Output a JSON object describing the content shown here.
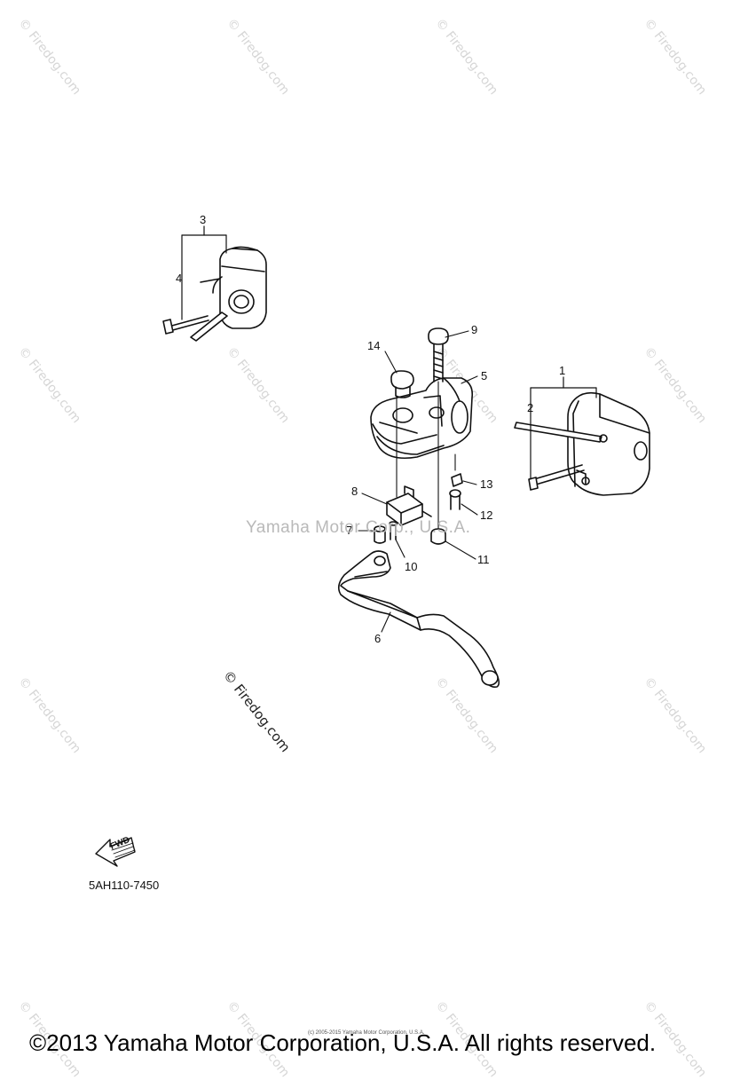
{
  "watermark": {
    "site_text": "© Firedog.com",
    "center_text": "Yamaha Motor Corp., U.S.A."
  },
  "callouts": [
    "1",
    "2",
    "3",
    "4",
    "5",
    "6",
    "7",
    "8",
    "9",
    "10",
    "11",
    "12",
    "13",
    "14"
  ],
  "fwd_label": "FWD",
  "diagram_code": "5AH110-7450",
  "tiny_copyright": "(c) 2005-2015 Yamaha Motor Corporation, U.S.A.",
  "copyright": "©2013 Yamaha Motor Corporation, U.S.A. All rights reserved."
}
